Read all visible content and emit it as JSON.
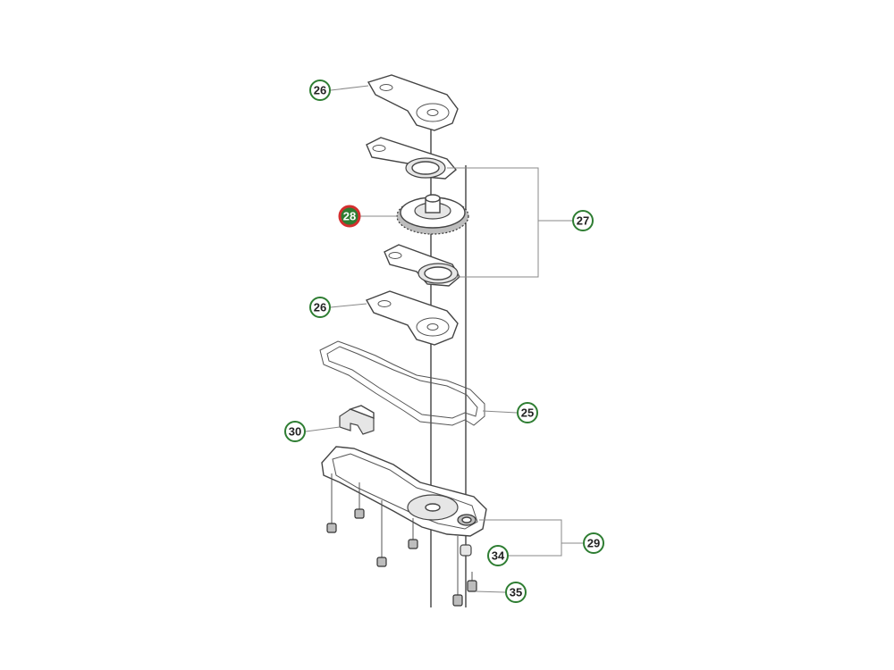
{
  "callouts": [
    {
      "id": "c26a",
      "label": "26",
      "selected": false
    },
    {
      "id": "c27",
      "label": "27",
      "selected": false
    },
    {
      "id": "c28",
      "label": "28",
      "selected": true
    },
    {
      "id": "c26b",
      "label": "26",
      "selected": false
    },
    {
      "id": "c25",
      "label": "25",
      "selected": false
    },
    {
      "id": "c30",
      "label": "30",
      "selected": false
    },
    {
      "id": "c29",
      "label": "29",
      "selected": false
    },
    {
      "id": "c34",
      "label": "34",
      "selected": false
    },
    {
      "id": "c35",
      "label": "35",
      "selected": false
    }
  ],
  "colors": {
    "callout_ring": "#2e7d32",
    "selected_fill": "#2e7d32",
    "selected_ring": "#d32f2f",
    "line": "#444444"
  }
}
